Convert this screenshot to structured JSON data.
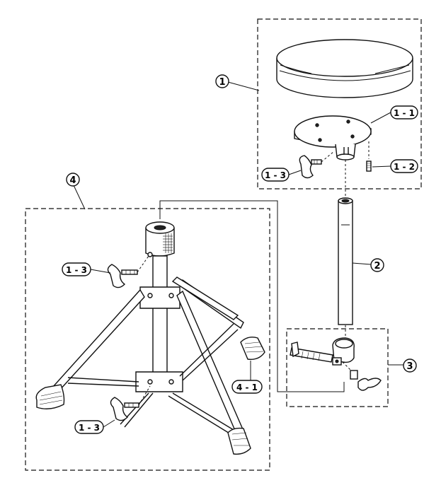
{
  "labels": {
    "circle_1": "1",
    "circle_2": "2",
    "circle_3": "3",
    "circle_4": "4",
    "seat_plate": "1 - 1",
    "bolt": "1 - 2",
    "wing_bolt_seat": "1 - 3",
    "wing_bolt_top": "1 - 3",
    "wing_bolt_bottom": "1 - 3",
    "rubber_foot": "4 - 1"
  }
}
